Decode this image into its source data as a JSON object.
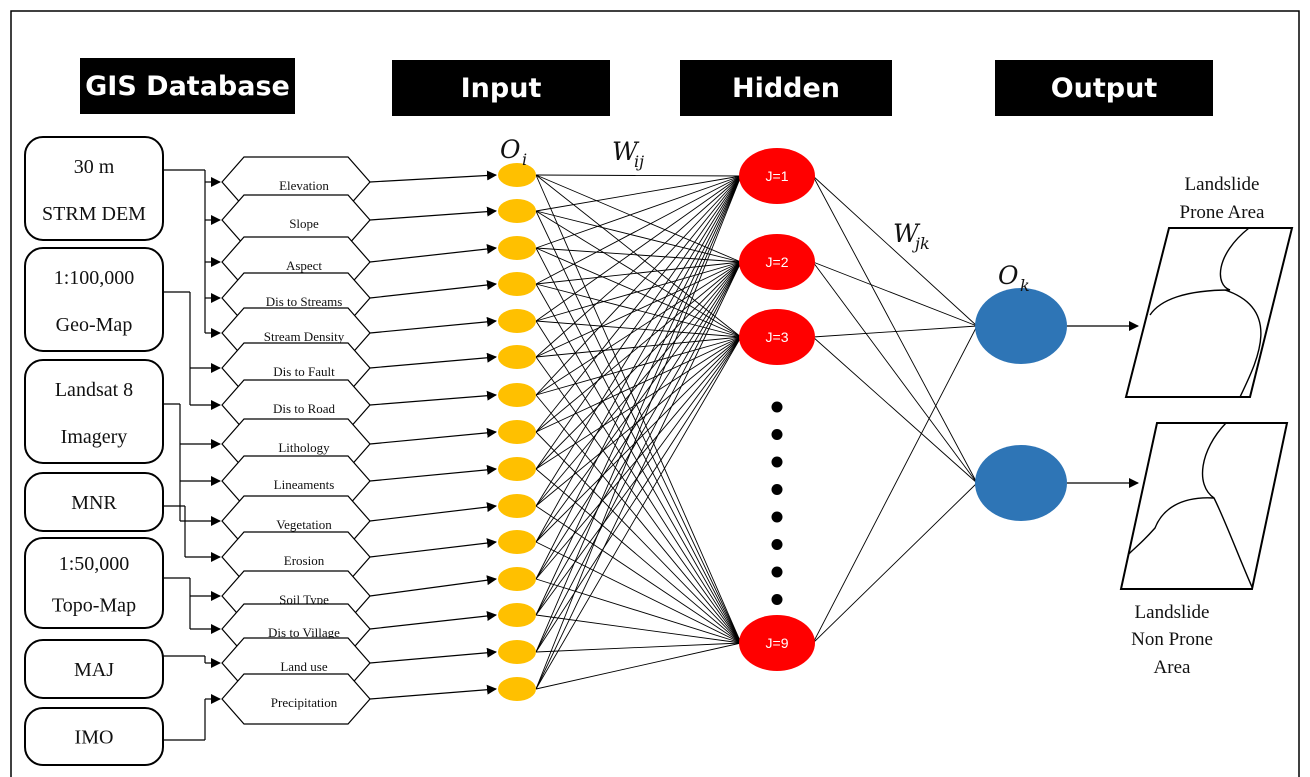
{
  "headers": [
    "GIS Database",
    "Input",
    "Hidden",
    "Output"
  ],
  "sources": [
    {
      "id": "dem",
      "lines": [
        "30 m",
        "STRM DEM"
      ]
    },
    {
      "id": "geo",
      "lines": [
        "1:100,000",
        "Geo-Map"
      ]
    },
    {
      "id": "landsat",
      "lines": [
        "Landsat 8",
        "Imagery"
      ]
    },
    {
      "id": "mnr",
      "lines": [
        "MNR"
      ]
    },
    {
      "id": "topo",
      "lines": [
        "1:50,000",
        "Topo-Map"
      ]
    },
    {
      "id": "maj",
      "lines": [
        "MAJ"
      ]
    },
    {
      "id": "imo",
      "lines": [
        "IMO"
      ]
    }
  ],
  "factors": [
    {
      "label": "Elevation",
      "source": "dem"
    },
    {
      "label": "Slope",
      "source": "dem"
    },
    {
      "label": "Aspect",
      "source": "dem"
    },
    {
      "label": "Dis to Streams",
      "source": "dem"
    },
    {
      "label": "Stream Density",
      "source": "dem"
    },
    {
      "label": "Dis to Fault",
      "source": "geo"
    },
    {
      "label": "Dis to Road",
      "source": "geo"
    },
    {
      "label": "Lithology",
      "source": "landsat"
    },
    {
      "label": "Lineaments",
      "source": "landsat"
    },
    {
      "label": "Vegetation",
      "source": "landsat"
    },
    {
      "label": "Erosion",
      "source": "mnr"
    },
    {
      "label": "Soil Type",
      "source": "topo"
    },
    {
      "label": "Dis to Village",
      "source": "topo"
    },
    {
      "label": "Land use",
      "source": "maj"
    },
    {
      "label": "Precipitation",
      "source": "imo"
    }
  ],
  "hidden_nodes": [
    "J=1",
    "J=2",
    "J=3",
    "J=9"
  ],
  "math_labels": {
    "oi": {
      "main": "O",
      "sub": "i"
    },
    "wij": {
      "main": "W",
      "sub": "ij"
    },
    "wjk": {
      "main": "W",
      "sub": "jk"
    },
    "ok": {
      "main": "O",
      "sub": "k"
    }
  },
  "outputs": [
    {
      "id": "prone",
      "lines": [
        "Landslide",
        "Prone Area"
      ]
    },
    {
      "id": "nonprone",
      "lines": [
        "Landslide",
        "Non Prone",
        "Area"
      ]
    }
  ],
  "colors": {
    "header_bg": "#000000",
    "input_node": "#ffc000",
    "hidden_node": "#ff0000",
    "output_node": "#2e75b6",
    "line": "#000000"
  }
}
